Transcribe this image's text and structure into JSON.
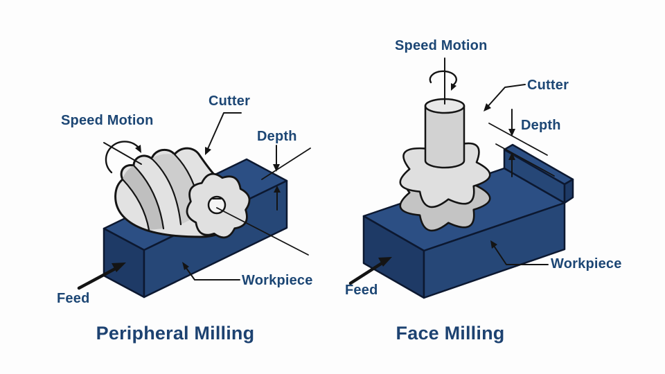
{
  "figure": {
    "type": "milling-process-diagram",
    "background": "#fdfdfd"
  },
  "colors": {
    "label_text": "#1c4674",
    "title_text": "#1d4271",
    "workpiece_top": "#2c4f84",
    "workpiece_front": "#264777",
    "workpiece_side": "#1e3a66",
    "cutter_fill": "#e2e2e2",
    "cutter_shade": "#bfbfbf",
    "outline": "#141414"
  },
  "panels": [
    {
      "id": "peripheral",
      "title": "Peripheral Milling",
      "labels": {
        "speed_motion": "Speed Motion",
        "cutter": "Cutter",
        "depth": "Depth",
        "workpiece": "Workpiece",
        "feed": "Feed"
      }
    },
    {
      "id": "face",
      "title": "Face Milling",
      "labels": {
        "speed_motion": "Speed Motion",
        "cutter": "Cutter",
        "depth": "Depth",
        "workpiece": "Workpiece",
        "feed": "Feed"
      }
    }
  ]
}
